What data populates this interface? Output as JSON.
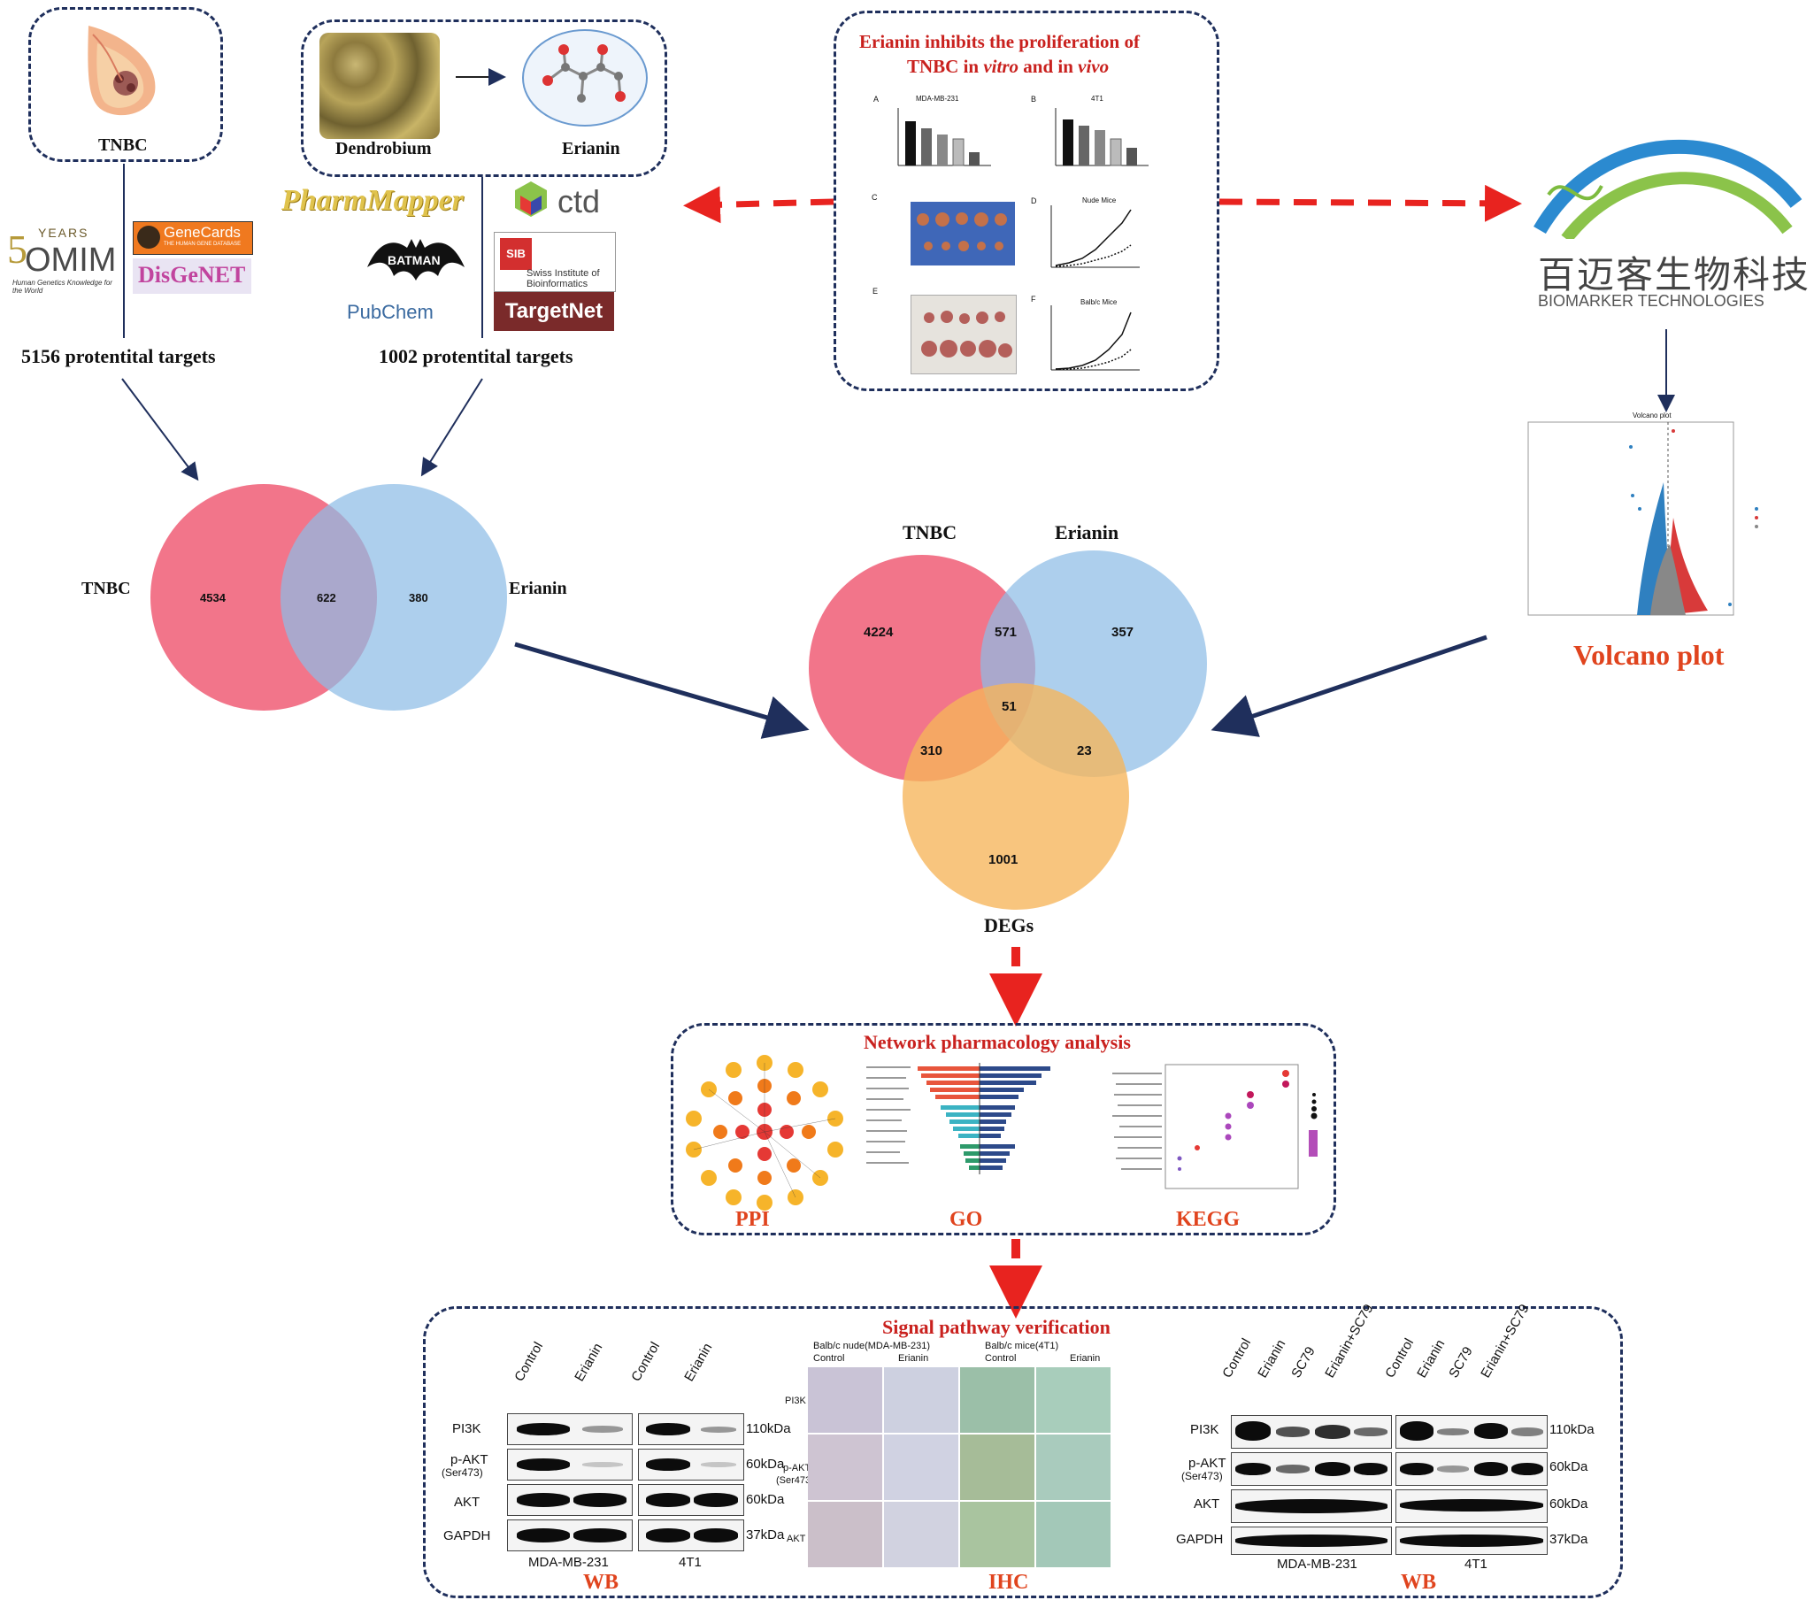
{
  "top": {
    "tnbc_label": "TNBC",
    "dendrobium_label": "Dendrobium",
    "erianin_label": "Erianin",
    "proliferation_title_line1": "Erianin inhibits the proliferation of",
    "proliferation_title_line2_a": "TNBC in ",
    "proliferation_title_line2_b": "vitro",
    "proliferation_title_line2_c": " and in ",
    "proliferation_title_line2_d": "vivo",
    "mini_panels": [
      "A",
      "B",
      "C",
      "D",
      "E",
      "F"
    ],
    "mini_titles": [
      "MDA-MB-231",
      "4T1",
      "Nude Mice",
      "Balb/c Mice"
    ]
  },
  "databases_left": {
    "omim_years": "YEARS",
    "omim_name": "OMIM",
    "omim_tag": "Human Genetics Knowledge for the World",
    "genecards": "GeneCards",
    "genecards_sub": "THE HUMAN GENE DATABASE",
    "disgenet": "DisGeNET",
    "targets": "5156 protentital targets"
  },
  "databases_right": {
    "pharmmapper": "PharmMapper",
    "batman": "BATMAN",
    "pubchem": "PubChem",
    "ctd": "ctd",
    "sib_line1": "Swiss Institute of",
    "sib_line2": "Bioinformatics",
    "targetnet": "TargetNet",
    "targets": "1002 protentital targets"
  },
  "biomarker": {
    "chinese": "百迈客生物科技",
    "english": "BIOMARKER TECHNOLOGIES"
  },
  "venn2": {
    "left_label": "TNBC",
    "right_label": "Erianin",
    "left_only": "4534",
    "overlap": "622",
    "right_only": "380"
  },
  "venn3": {
    "a_label": "TNBC",
    "b_label": "Erianin",
    "c_label": "DEGs",
    "a_only": "4224",
    "ab": "571",
    "b_only": "357",
    "abc": "51",
    "ac": "310",
    "bc": "23",
    "c_only": "1001"
  },
  "volcano": {
    "mini_title": "Volcano plot",
    "label": "Volcano plot"
  },
  "network": {
    "title": "Network pharmacology analysis",
    "ppi": "PPI",
    "go": "GO",
    "kegg": "KEGG"
  },
  "pathway": {
    "title": "Signal pathway verification",
    "wb_left_cols_1": [
      "Control",
      "Erianin"
    ],
    "wb_left_cols_2": [
      "Control",
      "Erianin"
    ],
    "wb_left_rows": [
      "PI3K",
      "p-AKT",
      "(Ser473)",
      "AKT",
      "GAPDH"
    ],
    "wb_left_kda": [
      "110kDa",
      "60kDa",
      "60kDa",
      "37kDa"
    ],
    "wb_left_cells": [
      "MDA-MB-231",
      "4T1"
    ],
    "wb_left_label": "WB",
    "ihc_groups": [
      "Balb/c nude(MDA-MB-231)",
      "Balb/c mice(4T1)"
    ],
    "ihc_cols": [
      "Control",
      "Erianin",
      "Control",
      "Erianin"
    ],
    "ihc_rows": [
      "PI3K",
      "p-AKT",
      "(Ser473)",
      "AKT"
    ],
    "ihc_label": "IHC",
    "wb_right_cols": [
      "Control",
      "Erianin",
      "SC79",
      "Erianin+SC79"
    ],
    "wb_right_rows": [
      "PI3K",
      "p-AKT",
      "(Ser473)",
      "AKT",
      "GAPDH"
    ],
    "wb_right_kda": [
      "110kDa",
      "60kDa",
      "60kDa",
      "37kDa"
    ],
    "wb_right_cells": [
      "MDA-MB-231",
      "4T1"
    ],
    "wb_right_label": "WB"
  },
  "colors": {
    "tnbc_circle": "#f0627a",
    "erianin_circle": "#8dbde6",
    "degs_circle": "#f6b55a",
    "dashed_border": "#1f2f5c",
    "arrow_red": "#e8231f",
    "arrow_navy": "#1f2f5c",
    "title_red": "#c9211e",
    "label_orange": "#e0441e"
  }
}
